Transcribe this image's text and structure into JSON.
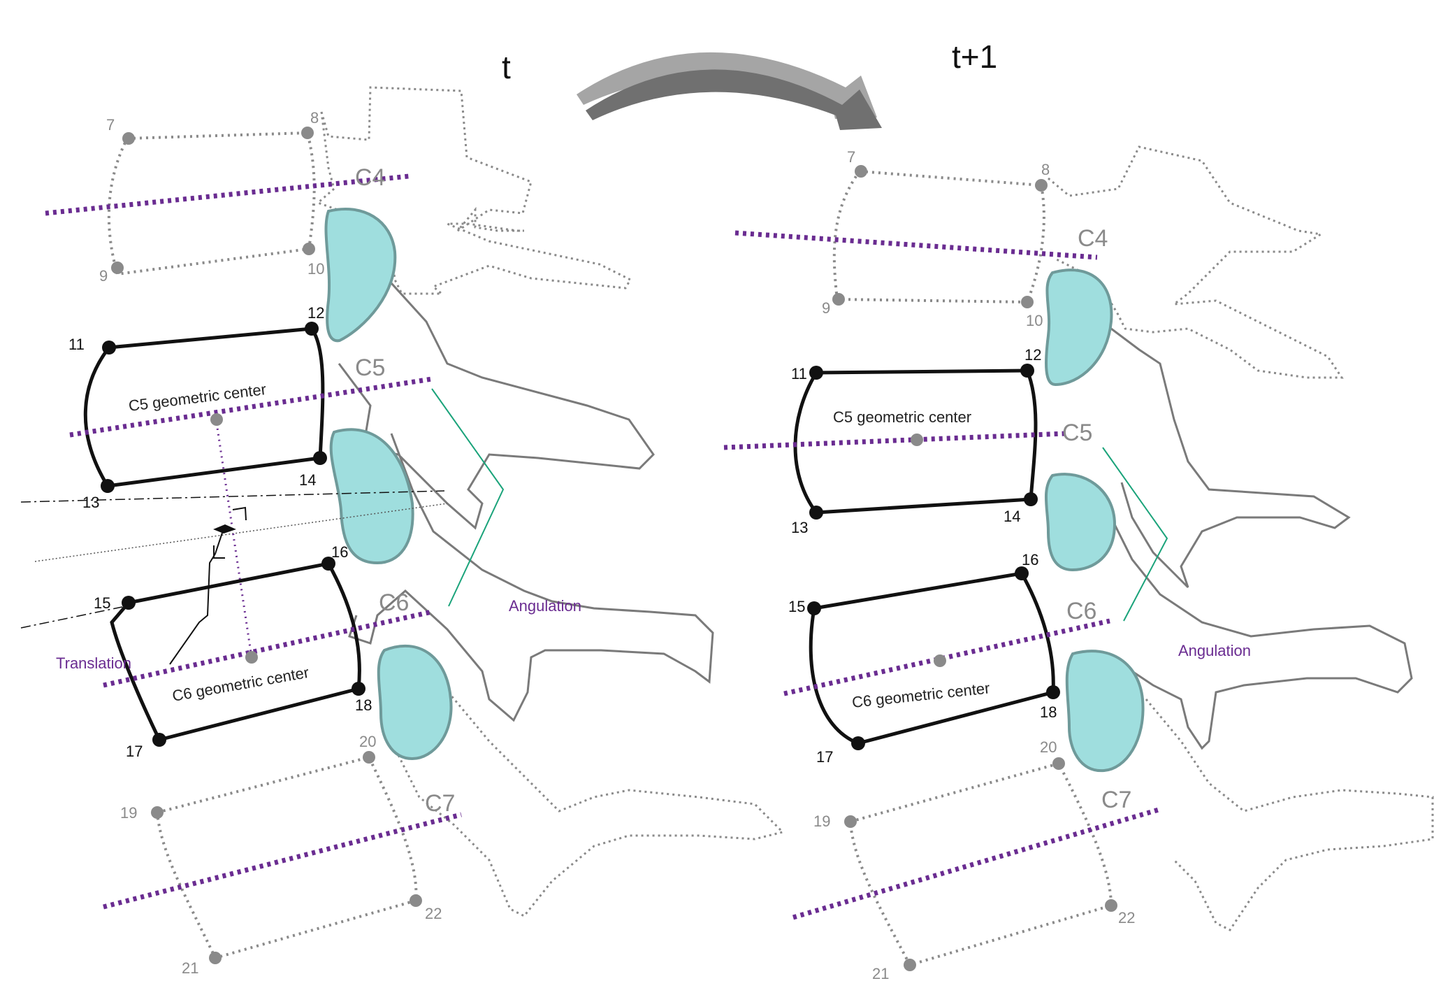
{
  "header": {
    "time_t": "t",
    "time_t1": "t+1"
  },
  "colors": {
    "purple": "#6a2c91",
    "facet_fill": "#9fdede",
    "facet_edge": "#6f9a9a",
    "gray": "#8a8a8a",
    "green": "#1aa37a",
    "arrow": "#707070"
  },
  "icons": {
    "transition": "curved-arrow-icon"
  },
  "left": {
    "vertebrae": {
      "c4": "C4",
      "c5": "C5",
      "c6": "C6",
      "c7": "C7"
    },
    "centers": {
      "c5": "C5 geometric center",
      "c6": "C6 geometric center"
    },
    "annotations": {
      "angulation": "Angulation",
      "translation": "Translation"
    },
    "points": {
      "p7": "7",
      "p8": "8",
      "p9": "9",
      "p10": "10",
      "p11": "11",
      "p12": "12",
      "p13": "13",
      "p14": "14",
      "p15": "15",
      "p16": "16",
      "p17": "17",
      "p18": "18",
      "p19": "19",
      "p20": "20",
      "p21": "21",
      "p22": "22"
    }
  },
  "right": {
    "vertebrae": {
      "c4": "C4",
      "c5": "C5",
      "c6": "C6",
      "c7": "C7"
    },
    "centers": {
      "c5": "C5 geometric center",
      "c6": "C6 geometric center"
    },
    "annotations": {
      "angulation": "Angulation"
    },
    "points": {
      "p7": "7",
      "p8": "8",
      "p9": "9",
      "p10": "10",
      "p11": "11",
      "p12": "12",
      "p13": "13",
      "p14": "14",
      "p15": "15",
      "p16": "16",
      "p17": "17",
      "p18": "18",
      "p19": "19",
      "p20": "20",
      "p21": "21",
      "p22": "22"
    }
  }
}
